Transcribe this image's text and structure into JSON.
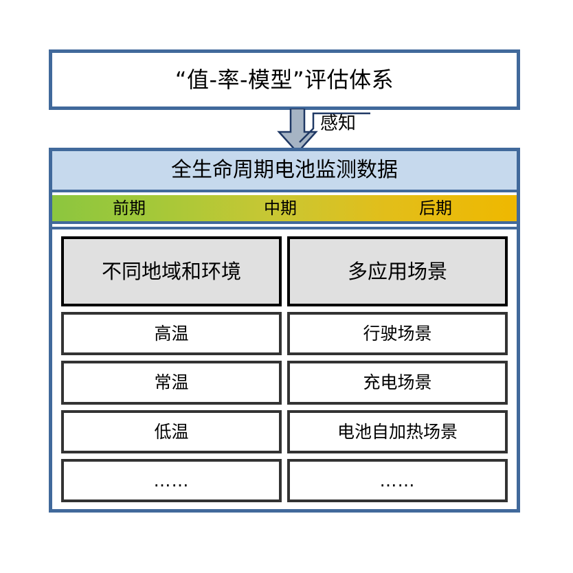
{
  "diagram": {
    "title_box": {
      "text": "“值-率-模型”评估体系"
    },
    "arrow": {
      "label": "感知"
    },
    "main_panel": {
      "header": "全生命周期电池监测数据",
      "phase_bar": {
        "gradient_start": "#8CC63F",
        "gradient_mid": "#C9C733",
        "gradient_end": "#EFB800",
        "phases": [
          {
            "label": "前期"
          },
          {
            "label": "中期"
          },
          {
            "label": "后期"
          }
        ]
      },
      "columns": [
        {
          "header": "不同地域和环境",
          "items": [
            {
              "label": "高温"
            },
            {
              "label": "常温"
            },
            {
              "label": "低温"
            },
            {
              "label": "……"
            }
          ]
        },
        {
          "header": "多应用场景",
          "items": [
            {
              "label": "行驶场景"
            },
            {
              "label": "充电场景"
            },
            {
              "label": "电池自加热场景"
            },
            {
              "label": "……"
            }
          ]
        }
      ]
    },
    "colors": {
      "frame_blue": "#41699B",
      "header_fill": "#C6D9ED",
      "column_header_fill": "#E0E0E0",
      "box_border": "#333333",
      "arrow_fill": "#A6B4C4"
    }
  }
}
